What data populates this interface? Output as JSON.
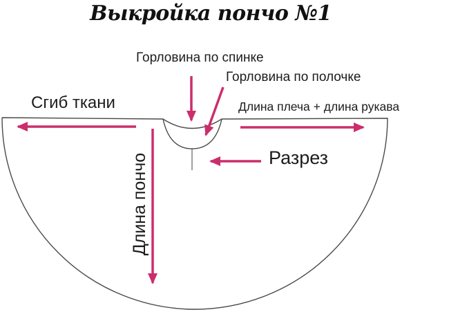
{
  "title": "Выкройка пончо №1",
  "labels": {
    "back_neckline": "Горловина по спинке",
    "front_neckline": "Горловина по полочке",
    "fabric_fold": "Сгиб ткани",
    "shoulder_plus_sleeve": "Длина плеча + длина рукава",
    "slit": "Разрез",
    "poncho_length": "Длина пончо"
  },
  "colors": {
    "arrow": "#cb2e6c",
    "outline": "#4a4a4a",
    "slit_line": "#5f5f5f",
    "text": "#1c1c1c",
    "background": "#ffffff"
  }
}
